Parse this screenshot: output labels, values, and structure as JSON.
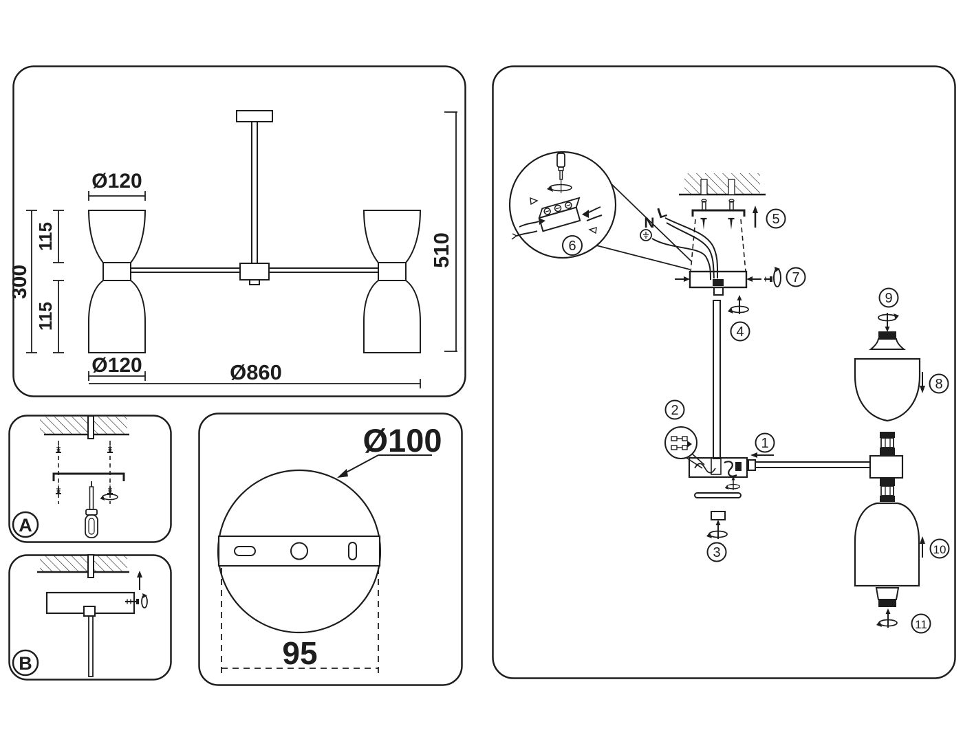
{
  "title": "Ceiling lamp installation instruction diagram",
  "panels": {
    "dimensions": {
      "dia_shade_top": "Ø120",
      "shade_upper_height": "115",
      "shade_total_height": "300",
      "shade_lower_height": "115",
      "dia_shade_bottom": "Ø120",
      "dia_overall": "Ø860",
      "height_overall": "510"
    },
    "detail_a": {
      "label": "A"
    },
    "detail_b": {
      "label": "B"
    },
    "mounting_plate": {
      "diameter": "Ø100",
      "hole_spacing": "95"
    },
    "assembly": {
      "wire_neutral": "N",
      "wire_live": "L",
      "steps": [
        "1",
        "2",
        "3",
        "4",
        "5",
        "6",
        "7",
        "8",
        "9",
        "10",
        "11"
      ]
    }
  }
}
